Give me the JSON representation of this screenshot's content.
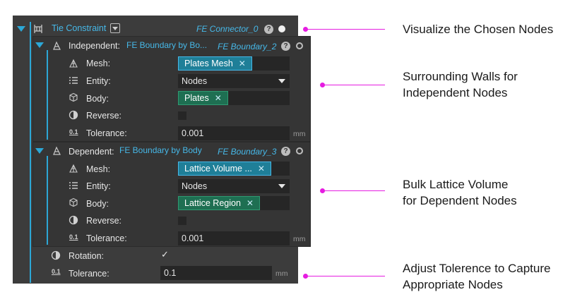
{
  "colors": {
    "accent": "#2ca7d6",
    "leader": "#e61ce1",
    "panel": "#3c3c3c",
    "tag_teal": "#1f7f98",
    "tag_green": "#1e6f52"
  },
  "header": {
    "title": "Tie Constraint",
    "connector": "FE Connector_0",
    "help": "?"
  },
  "independent": {
    "label": "Independent:",
    "type": "FE Boundary by Bo...",
    "name": "FE Boundary_2",
    "help": "?",
    "mesh": {
      "label": "Mesh:",
      "value": "Plates Mesh"
    },
    "entity": {
      "label": "Entity:",
      "value": "Nodes"
    },
    "body": {
      "label": "Body:",
      "value": "Plates"
    },
    "reverse": {
      "label": "Reverse:",
      "checked": false
    },
    "tolerance": {
      "label": "Tolerance:",
      "value": "0.001",
      "unit": "mm",
      "icon_text": "0.1"
    }
  },
  "dependent": {
    "label": "Dependent:",
    "type": "FE Boundary by Body",
    "name": "FE Boundary_3",
    "help": "?",
    "mesh": {
      "label": "Mesh:",
      "value": "Lattice Volume ..."
    },
    "entity": {
      "label": "Entity:",
      "value": "Nodes"
    },
    "body": {
      "label": "Body:",
      "value": "Lattice Region"
    },
    "reverse": {
      "label": "Reverse:",
      "checked": false
    },
    "tolerance": {
      "label": "Tolerance:",
      "value": "0.001",
      "unit": "mm",
      "icon_text": "0.1"
    }
  },
  "rotation": {
    "label": "Rotation:",
    "checked": true,
    "check_glyph": "✓"
  },
  "tolerance": {
    "label": "Tolerance:",
    "value": "0.1",
    "unit": "mm",
    "icon_text": "0.1"
  },
  "tag_close": "✕",
  "annotations": [
    {
      "line1": "Visualize the Chosen Nodes",
      "line2": ""
    },
    {
      "line1": "Surrounding Walls for",
      "line2": "Independent Nodes"
    },
    {
      "line1": "Bulk Lattice Volume",
      "line2": "for Dependent Nodes"
    },
    {
      "line1": "Adjust Tolerence to Capture",
      "line2": "Appropriate Nodes"
    }
  ]
}
